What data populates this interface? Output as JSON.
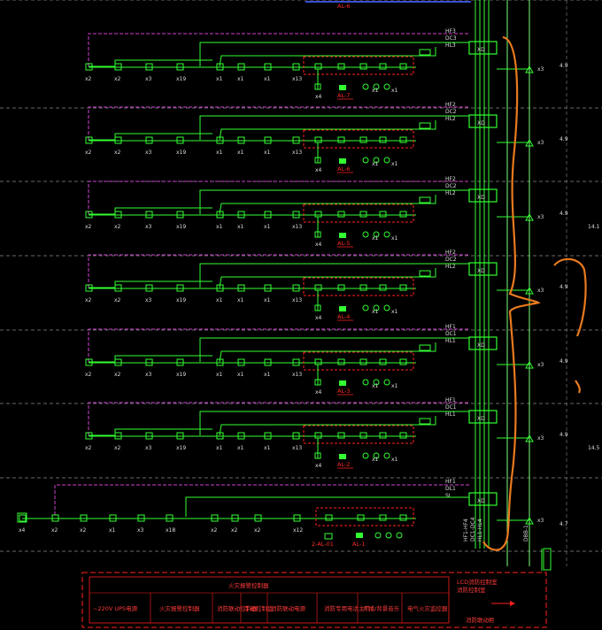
{
  "colors": {
    "background": "#000000",
    "grid": "#8a8a8a",
    "bus_green": "#33ff33",
    "riser_green": "#7cff7c",
    "magenta": "#d040d0",
    "red": "#ff2020",
    "annotation_orange": "#e87a1e",
    "top_blue": "#3a4fd0",
    "label": "#dcdcdc"
  },
  "top_label": "AL-6",
  "floors": [
    {
      "hf": "HF3",
      "dc": "DC3",
      "hl": "HL3",
      "box": "XD",
      "al": "AL-7",
      "x3": "x3",
      "height": "4.9"
    },
    {
      "hf": "HF2",
      "dc": "DC2",
      "hl": "HL2",
      "box": "XD",
      "al": "AL-6",
      "x3": "x3",
      "height": "4.9"
    },
    {
      "hf": "HF2",
      "dc": "DC2",
      "hl": "HL2",
      "box": "XD",
      "al": "AL-5",
      "x3": "x3",
      "height": "4.9"
    },
    {
      "hf": "HF2",
      "dc": "DC2",
      "hl": "HL2",
      "box": "XD",
      "al": "AL-4",
      "x3": "x3",
      "height": "4.9"
    },
    {
      "hf": "HF1",
      "dc": "DC1",
      "hl": "HL1",
      "box": "XD",
      "al": "AL-3",
      "x3": "x3",
      "height": "4.9"
    },
    {
      "hf": "HF1",
      "dc": "DC1",
      "hl": "HL1",
      "box": "XD",
      "al": "AL-2",
      "x3": "x3",
      "height": "4.9"
    }
  ],
  "ground_floor": {
    "hf": "HF1",
    "dc": "DL1",
    "hl": "SI",
    "box": "XD",
    "al": "AL-1",
    "al2": "2-AL-01",
    "x3": "x3",
    "height": "4.7"
  },
  "device_counts": [
    "x2",
    "x2",
    "x3",
    "x19",
    "x1",
    "x1",
    "x1",
    "x13"
  ],
  "device_counts_ground": [
    "x4",
    "x2",
    "x2",
    "x1",
    "x3",
    "x18",
    "x2",
    "x2",
    "x2",
    "x12"
  ],
  "row_extra": {
    "x4": "x4",
    "x1": "x1"
  },
  "right_labels": {
    "a": "14.1",
    "b": "14.5"
  },
  "riser_labels": [
    "HF1-HF4",
    "DC1-DC4",
    "HL1-HL4"
  ],
  "riser_label_right": "DBB-1",
  "legend": {
    "title": "火灾报警控制器",
    "cells": [
      "~220V UPS电源",
      "火灾报警控制器",
      "消防联动控制器",
      "手动控制盘",
      "消防联动电源",
      "消防专用电话主机",
      "广播/背景音乐",
      "电气火灾监控器"
    ],
    "right_title": "LCD消防控制室",
    "right_sub": "消防控制室",
    "right_note": "消防联动柜"
  }
}
